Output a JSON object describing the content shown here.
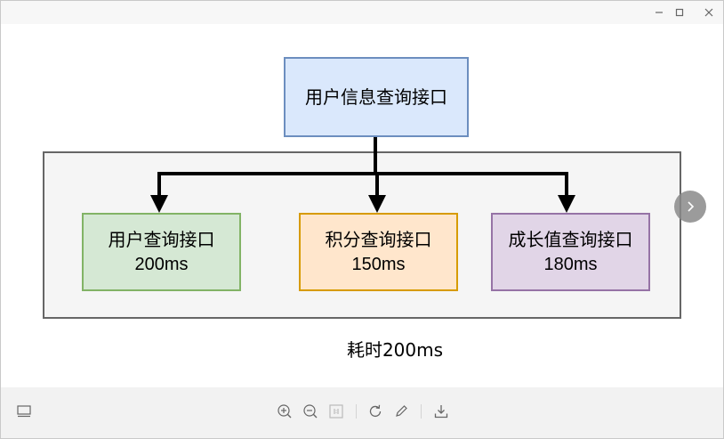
{
  "window": {
    "controls": [
      "minimize-icon",
      "maximize-icon",
      "close-icon"
    ]
  },
  "diagram": {
    "top_node": {
      "label": "用户信息查询接口"
    },
    "children": [
      {
        "label": "用户查询接口",
        "time": "200ms",
        "fill": "#d5e8d4",
        "stroke": "#82b366"
      },
      {
        "label": "积分查询接口",
        "time": "150ms",
        "fill": "#ffe6cc",
        "stroke": "#d79b00"
      },
      {
        "label": "成长值查询接口",
        "time": "180ms",
        "fill": "#e1d5e7",
        "stroke": "#9673a6"
      }
    ],
    "caption": "耗时200ms",
    "colors": {
      "top_fill": "#dae8fc",
      "top_stroke": "#6c8ebf",
      "group_fill": "#f5f5f5",
      "group_stroke": "#666666",
      "arrow": "#000000"
    }
  },
  "toolbar": {
    "left_icons": [
      "sidebar-toggle-icon"
    ],
    "center_icons": [
      "zoom-in-icon",
      "zoom-out-icon",
      "actual-size-icon",
      "rotate-icon",
      "edit-icon",
      "download-icon"
    ]
  }
}
